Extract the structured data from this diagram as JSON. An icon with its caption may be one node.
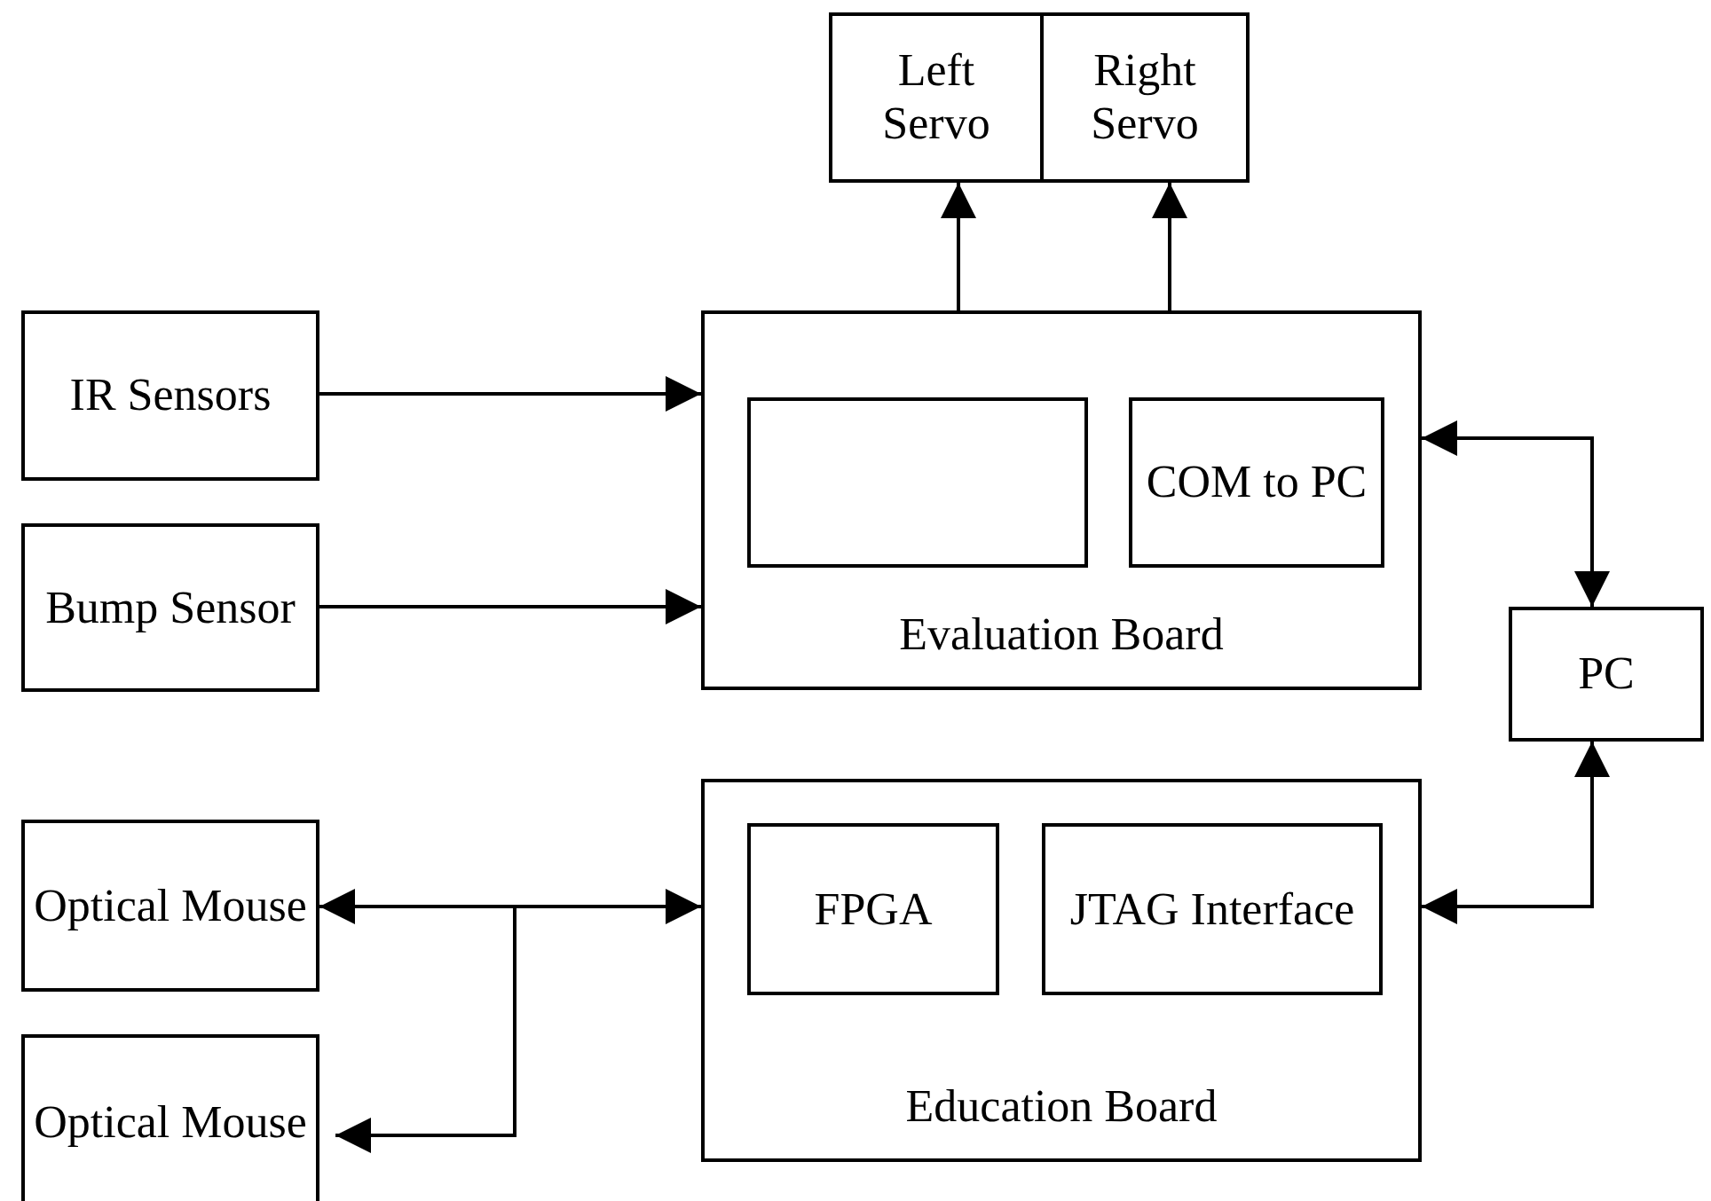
{
  "diagram": {
    "nodes": [
      {
        "text": [
          "Left Servo"
        ]
      },
      {
        "text": [
          "Right Servo"
        ]
      },
      {
        "text": [
          "IR Sensors"
        ]
      },
      {
        "text": [
          "Bump Sensor"
        ]
      },
      {
        "text": [
          "Evaluation Board"
        ]
      },
      {
        "text": [],
        "shape": "box",
        "in": 4
      },
      {
        "text": [
          "COM to PC"
        ],
        "in": 4
      },
      {
        "text": [
          "PC"
        ]
      },
      {
        "text": [
          "Optical Mouse"
        ]
      },
      {
        "text": [
          "Optical Mouse"
        ]
      },
      {
        "text": [
          "Education Board"
        ]
      },
      {
        "text": [
          "FPGA"
        ],
        "in": 10
      },
      {
        "text": [
          "JTAG Interface"
        ],
        "in": 10
      }
    ],
    "edges": [
      {
        "from": 4,
        "to": 0,
        "arrow": "to"
      },
      {
        "from": 4,
        "to": 1,
        "arrow": "to"
      },
      {
        "from": 2,
        "to": 4,
        "arrow": "to"
      },
      {
        "from": 3,
        "to": 4,
        "arrow": "to"
      },
      {
        "from": 4,
        "to": 7,
        "arrow": "both"
      },
      {
        "from": 10,
        "to": 7,
        "arrow": "both"
      },
      {
        "from": 8,
        "to": 10,
        "arrow": "both"
      },
      {
        "from": 10,
        "to": 9,
        "arrow": "to"
      }
    ]
  }
}
